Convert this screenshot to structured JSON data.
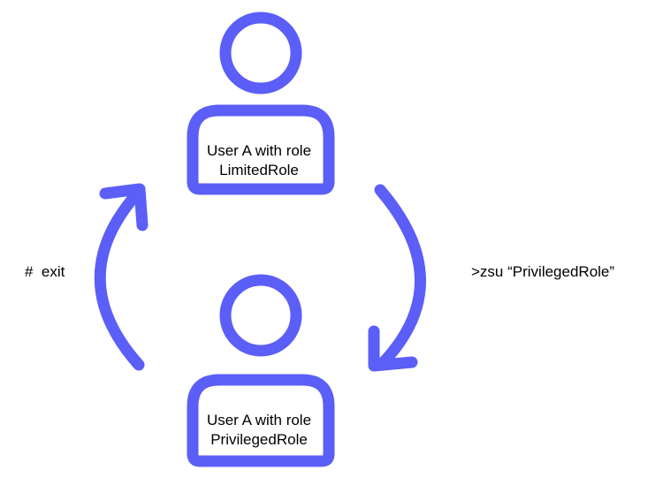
{
  "colors": {
    "accent": "#5b5ef7",
    "text": "#000000",
    "background": "#ffffff"
  },
  "users": {
    "top": {
      "line1": "User A with role",
      "line2": "LimitedRole"
    },
    "bottom": {
      "line1": "User A with role",
      "line2": "PrivilegedRole"
    }
  },
  "commands": {
    "left": "#  exit",
    "right": ">zsu “PrivilegedRole”"
  },
  "icons": {
    "user": "person-icon",
    "arrow_down": "curved-arrow-down-icon",
    "arrow_up": "curved-arrow-up-icon"
  }
}
